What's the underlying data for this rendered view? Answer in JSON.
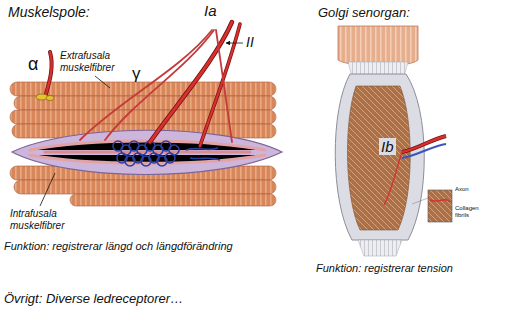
{
  "diagram": {
    "labels": [
      "Muskelspole:",
      "Ia",
      "II",
      "α",
      "γ",
      "Extrafusala muskelfibrer",
      "Intrafusala muskelfibrer",
      "Funktion: registrerar längd och längdförändring",
      "Golgi senorgan:",
      "Ib",
      "Axon",
      "Collagen fibrils",
      "Funktion: registrerar tension",
      "Övrigt: Diverse ledreceptorer…"
    ]
  }
}
